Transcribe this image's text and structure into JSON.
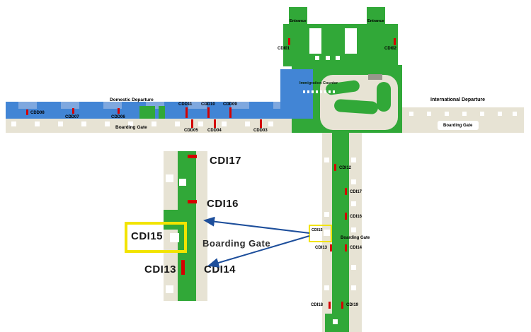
{
  "colors": {
    "green": "#31a838",
    "beige": "#e7e3d4",
    "blue": "#4285d5",
    "blue_light": "#7fa8df",
    "red": "#d40000",
    "yellow": "#f2e400",
    "arrow": "#1d4e9b"
  },
  "terminal": {
    "entrance_left": "Entrance",
    "entrance_right": "Entrance",
    "cdi01": "CDI01",
    "cdi02": "CDI02",
    "immigration_counter": "Immigration Counter"
  },
  "domestic": {
    "title": "Domestic Departure",
    "boarding_gate": "Boarding Gate",
    "gates_row1": [
      "CDD08",
      "CDD07",
      "CDD06"
    ],
    "gates_row2": [
      "CDD11",
      "CDD10",
      "CDD09"
    ],
    "gates_row3": [
      "CDD05",
      "CDD04",
      "CDD03"
    ]
  },
  "international": {
    "title": "International Departure",
    "boarding_gate": "Boarding Gate"
  },
  "pier": {
    "boarding_gate": "Boarding Gate",
    "cdi12": "CDI12",
    "cdi17": "CDI17",
    "cdi16": "CDI16",
    "cdi15": "CDI15",
    "cdi13": "CDI13",
    "cdi14": "CDI14",
    "cdi18": "CDI18",
    "cdi19": "CDI19"
  },
  "inset": {
    "cdi17": "CDI17",
    "cdi16": "CDI16",
    "cdi15": "CDI15",
    "boarding_gate": "Boarding Gate",
    "cdi13": "CDI13",
    "cdi14": "CDI14"
  }
}
